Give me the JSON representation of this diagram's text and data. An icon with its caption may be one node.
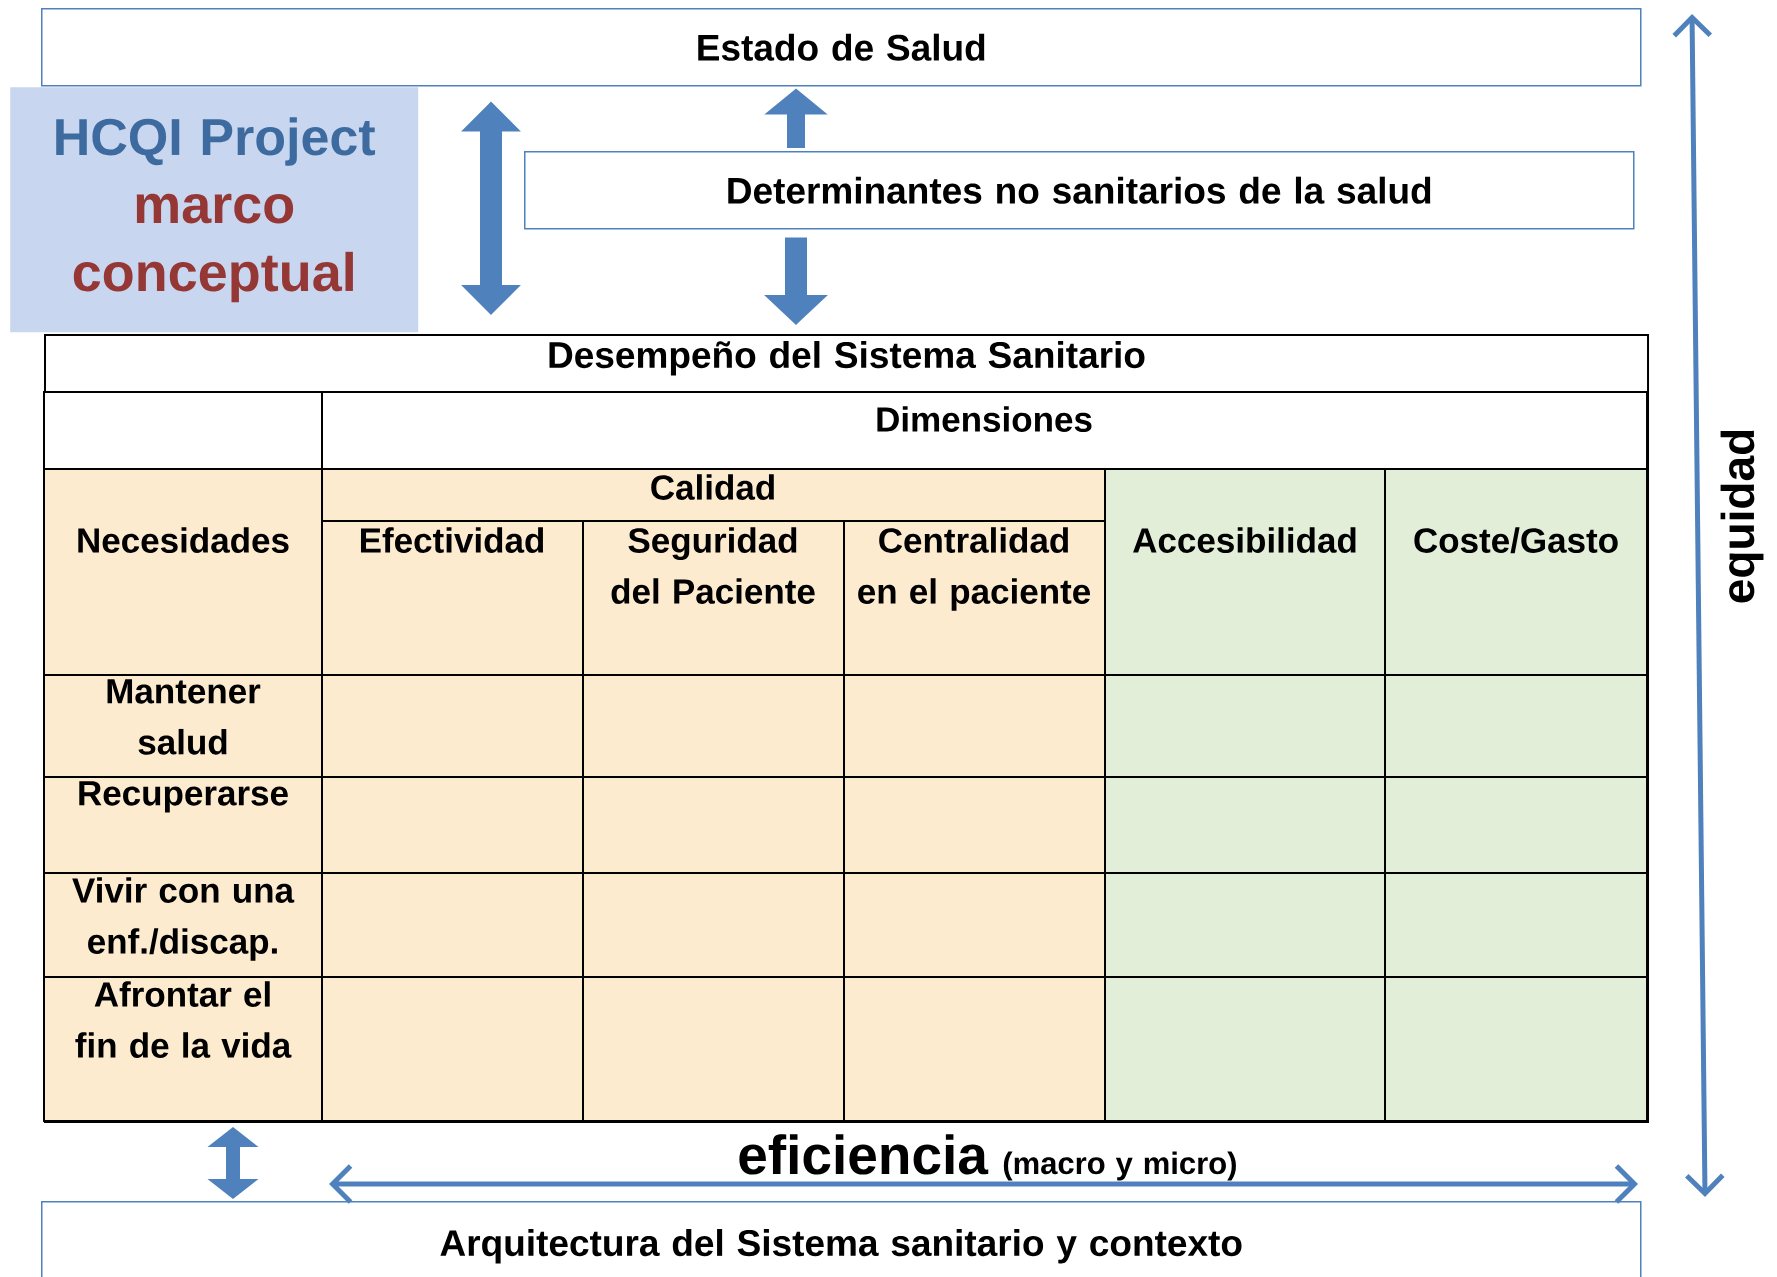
{
  "diagram": {
    "nodes": [
      {
        "text": [
          "Estado de Salud"
        ]
      },
      {
        "text": [
          "HCQI Project",
          "marco conceptual"
        ]
      },
      {
        "text": [
          "Determinantes no sanitarios de la salud"
        ]
      },
      {
        "text": [
          "Desempeño del Sistema Sanitario"
        ]
      },
      {
        "text": [
          "Arquitectura del Sistema sanitario y contexto"
        ]
      }
    ],
    "edges": [
      {
        "from": 3,
        "to": 0,
        "arrow": "both"
      },
      {
        "from": 2,
        "to": 0,
        "arrow": "to"
      },
      {
        "from": 2,
        "to": 3,
        "arrow": "to"
      },
      {
        "from": 3,
        "to": 4,
        "arrow": "both"
      }
    ],
    "labels": [
      "Dimensiones",
      "Calidad",
      "Necesidades",
      "Efectividad",
      "Seguridad del Paciente",
      "Centralidad en el paciente",
      "Accesibilidad",
      "Coste/Gasto",
      "Mantener salud",
      "Recuperarse",
      "Vivir con una enf./discap.",
      "Afrontar el fin de la vida",
      "eficiencia",
      "(macro y micro)",
      "equidad"
    ]
  }
}
